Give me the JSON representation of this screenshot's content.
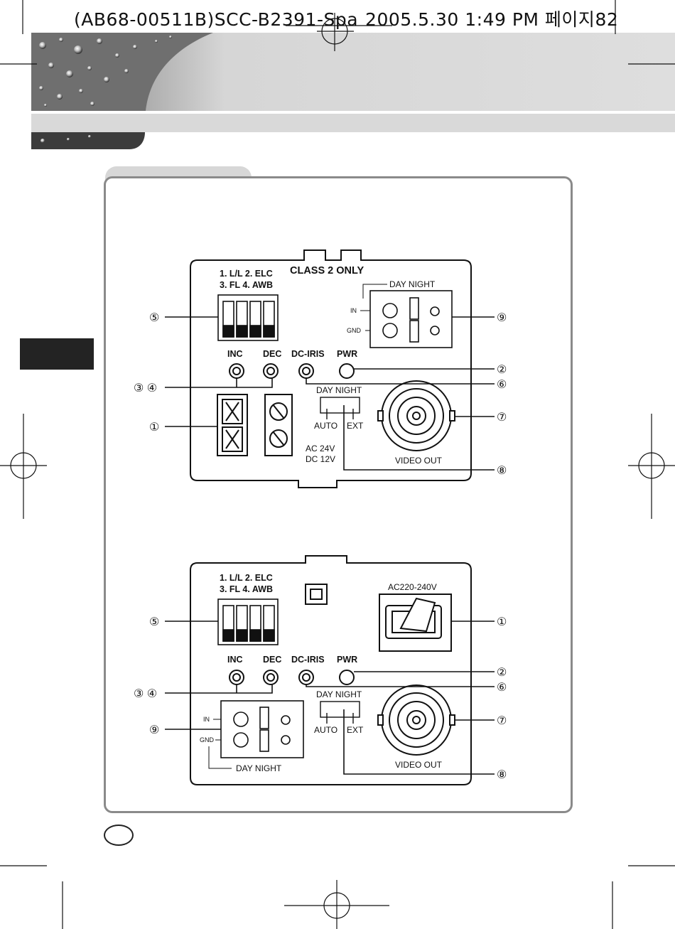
{
  "header": {
    "code": "(AB68-00511B)SCC-B2391-Spa",
    "date": "2005.5.30",
    "time": "1:49 PM",
    "page_word": "페이지",
    "page_num": "82"
  },
  "diagram_top": {
    "dip_label_line1": "1. L/L  2. ELC",
    "dip_label_line2": "3. FL   4. AWB",
    "class_label": "CLASS 2 ONLY",
    "daynight_terminal_label": "DAY NIGHT",
    "in_label": "IN",
    "gnd_label": "GND",
    "btn_inc": "INC",
    "btn_dec": "DEC",
    "btn_dciris": "DC-IRIS",
    "btn_pwr": "PWR",
    "daynight_switch_label": "DAY NIGHT",
    "auto_label": "AUTO",
    "ext_label": "EXT",
    "power_label_1": "AC 24V",
    "power_label_2": "DC 12V",
    "video_out_label": "VIDEO OUT",
    "callouts": {
      "c1": "①",
      "c2": "②",
      "c34": "③ ④",
      "c5": "⑤",
      "c6": "⑥",
      "c7": "⑦",
      "c8": "⑧",
      "c9": "⑨"
    }
  },
  "diagram_bottom": {
    "dip_label_line1": "1. L/L  2. ELC",
    "dip_label_line2": "3. FL   4. AWB",
    "ac_label": "AC220-240V",
    "btn_inc": "INC",
    "btn_dec": "DEC",
    "btn_dciris": "DC-IRIS",
    "btn_pwr": "PWR",
    "daynight_switch_label": "DAY NIGHT",
    "auto_label": "AUTO",
    "ext_label": "EXT",
    "in_label": "IN",
    "gnd_label": "GND",
    "daynight_terminal_label": "DAY NIGHT",
    "video_out_label": "VIDEO OUT",
    "callouts": {
      "c1": "①",
      "c2": "②",
      "c34": "③ ④",
      "c5": "⑤",
      "c6": "⑥",
      "c7": "⑦",
      "c8": "⑧",
      "c9": "⑨"
    }
  }
}
